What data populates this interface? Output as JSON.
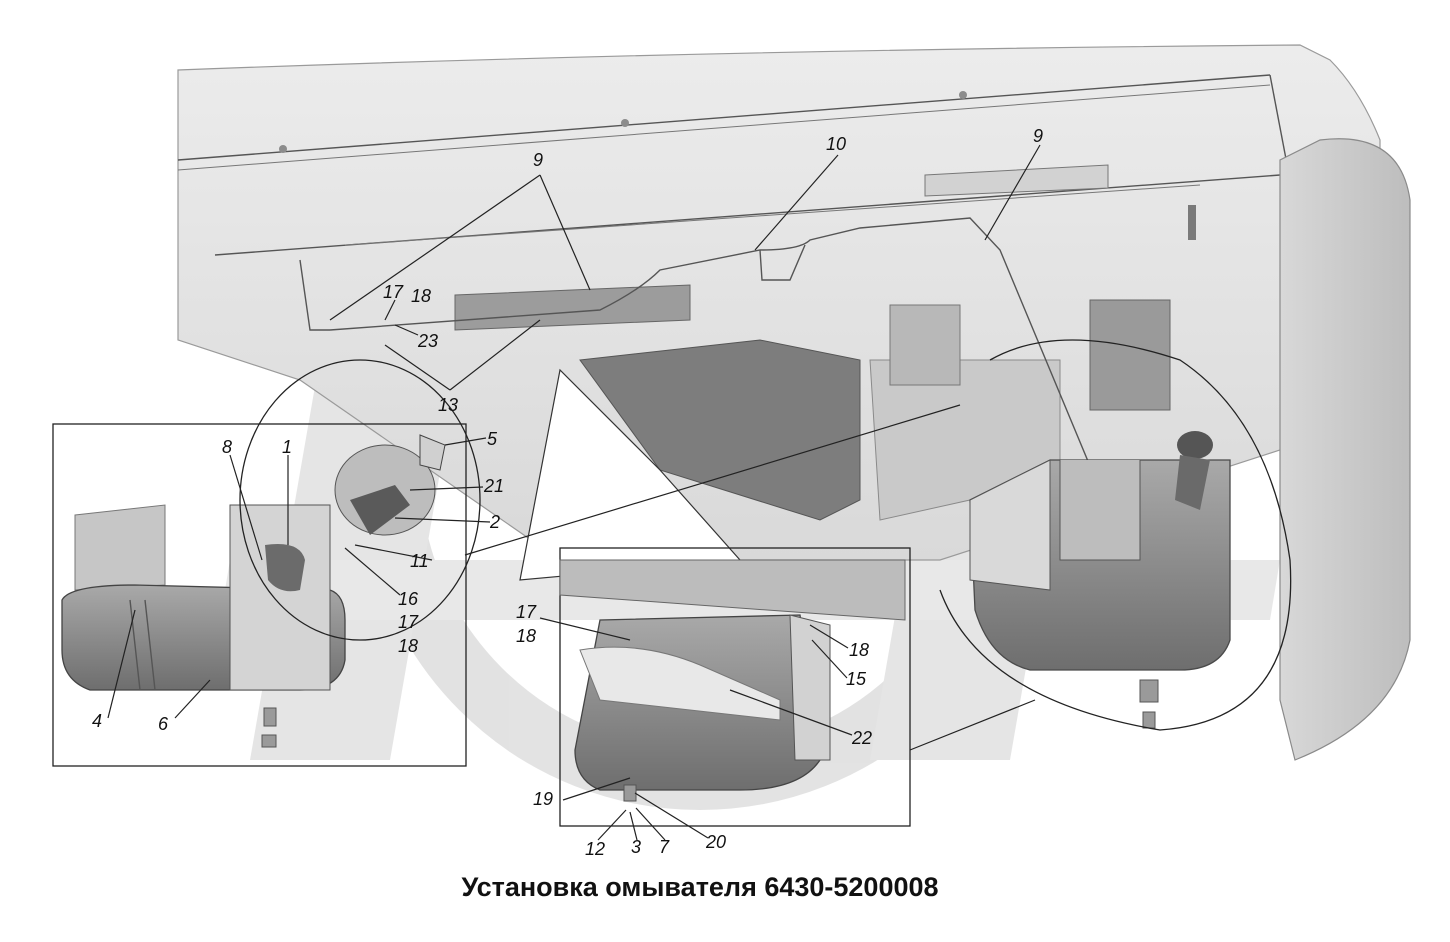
{
  "caption": "Установка омывателя 6430-5200008",
  "watermark": "РА",
  "callouts": {
    "c9a": "9",
    "c10": "10",
    "c9b": "9",
    "c17a": "17",
    "c18a": "18",
    "c23": "23",
    "c13": "13",
    "c8": "8",
    "c1": "1",
    "c5": "5",
    "c21": "21",
    "c2": "2",
    "c11": "11",
    "c16": "16",
    "c17b": "17",
    "c18b": "18",
    "c4": "4",
    "c6": "6",
    "c17c": "17",
    "c18c": "18",
    "c18d": "18",
    "c15": "15",
    "c22": "22",
    "c19": "19",
    "c20": "20",
    "c12": "12",
    "c3": "3",
    "c7": "7"
  },
  "colors": {
    "background": "#ffffff",
    "cab_light": "#e6e6e6",
    "cab_mid": "#cfcfcf",
    "metal_dark": "#6f6f6f",
    "tank": "#8a8a8a",
    "watermark": "#c7c7c7",
    "ink": "#111111"
  }
}
